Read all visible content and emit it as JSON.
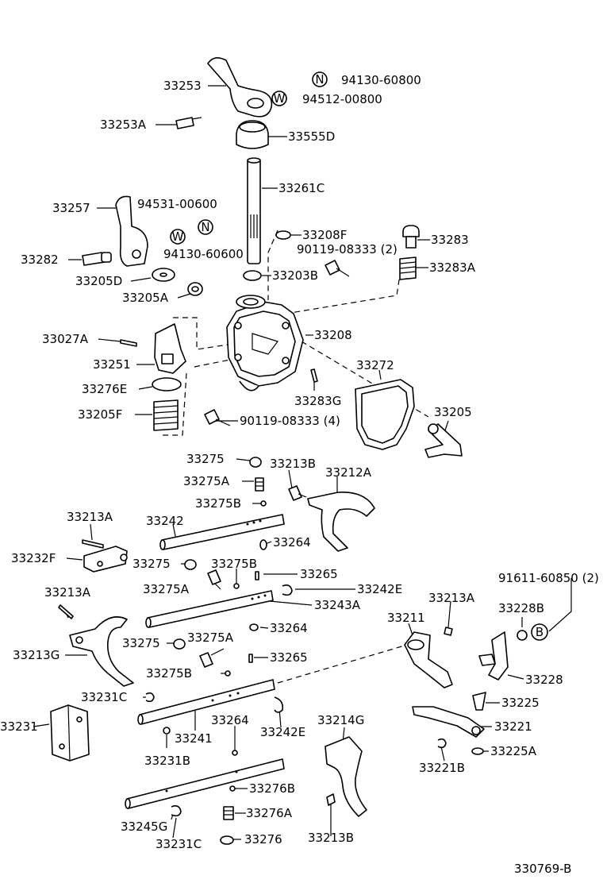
{
  "labels": [
    {
      "text": "33253"
    },
    {
      "text": "94130-60800",
      "sym": "N"
    },
    {
      "text": "94512-00800",
      "sym": "W"
    },
    {
      "text": "33253A"
    },
    {
      "text": "33555D"
    },
    {
      "text": "33261C"
    },
    {
      "text": "33257"
    },
    {
      "text": "94531-00600"
    },
    {
      "text": "94130-60600"
    },
    {
      "text": "33208F"
    },
    {
      "text": "33283"
    },
    {
      "text": "90119-08333 (2)"
    },
    {
      "text": "33283A"
    },
    {
      "text": "33282"
    },
    {
      "text": "33205D"
    },
    {
      "text": "33203B"
    },
    {
      "text": "33205A"
    },
    {
      "text": "33027A"
    },
    {
      "text": "33208"
    },
    {
      "text": "33251"
    },
    {
      "text": "33272"
    },
    {
      "text": "33276E"
    },
    {
      "text": "33283G"
    },
    {
      "text": "33205F"
    },
    {
      "text": "90119-08333 (4)"
    },
    {
      "text": "33205"
    },
    {
      "text": "33275"
    },
    {
      "text": "33213B"
    },
    {
      "text": "33275A"
    },
    {
      "text": "33212A"
    },
    {
      "text": "33275B"
    },
    {
      "text": "33213A"
    },
    {
      "text": "33242"
    },
    {
      "text": "33264"
    },
    {
      "text": "33232F"
    },
    {
      "text": "33275"
    },
    {
      "text": "33275B"
    },
    {
      "text": "33265"
    },
    {
      "text": "33275A"
    },
    {
      "text": "33242E"
    },
    {
      "text": "91611-60850 (2)"
    },
    {
      "text": "33213A"
    },
    {
      "text": "33243A"
    },
    {
      "text": "33213A"
    },
    {
      "text": "33228B"
    },
    {
      "text": "33211"
    },
    {
      "text": "33264"
    },
    {
      "text": "33275"
    },
    {
      "text": "33275A"
    },
    {
      "text": "33213G"
    },
    {
      "text": "33265"
    },
    {
      "text": "33228"
    },
    {
      "text": "33275B"
    },
    {
      "text": "33231C"
    },
    {
      "text": "33225"
    },
    {
      "text": "33264"
    },
    {
      "text": "33214G"
    },
    {
      "text": "33231"
    },
    {
      "text": "33241"
    },
    {
      "text": "33242E"
    },
    {
      "text": "33221"
    },
    {
      "text": "33225A"
    },
    {
      "text": "33231B"
    },
    {
      "text": "33221B"
    },
    {
      "text": "33276B"
    },
    {
      "text": "33276A"
    },
    {
      "text": "33245G"
    },
    {
      "text": "33231C"
    },
    {
      "text": "33276"
    },
    {
      "text": "33213B"
    },
    {
      "text": "330769-B"
    }
  ],
  "symbols": {
    "n": "N",
    "w": "W",
    "b": "B"
  }
}
